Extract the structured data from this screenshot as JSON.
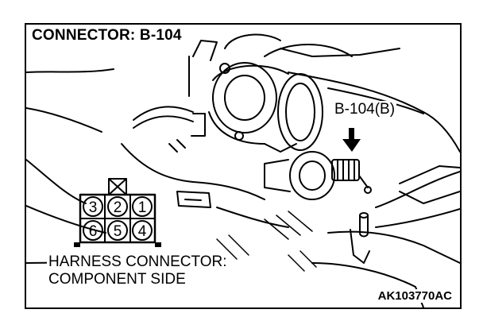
{
  "diagram": {
    "title": "CONNECTOR: B-104",
    "callout_label": "B-104(B)",
    "harness_caption": {
      "line1": "HARNESS CONNECTOR:",
      "line2": "COMPONENT SIDE"
    },
    "figure_code": "AK103770AC",
    "connector_pins": {
      "top_row": [
        "3",
        "2",
        "1"
      ],
      "bottom_row": [
        "6",
        "5",
        "4"
      ]
    }
  }
}
